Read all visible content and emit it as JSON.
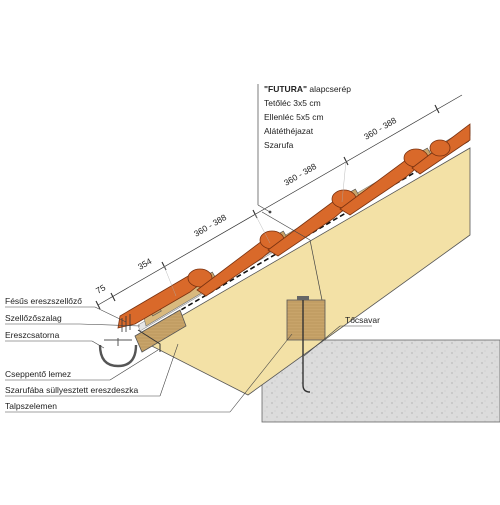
{
  "legend": {
    "title_bold": "\"FUTURA\"",
    "title_rest": " alapcserép",
    "items": [
      "Tetőléc 3x5 cm",
      "Ellenléc 5x5 cm",
      "Alátéthéjazat",
      "Szarufa"
    ]
  },
  "dimensions": [
    "75",
    "354",
    "360 - 388",
    "360 - 388",
    "360 - 388"
  ],
  "labels": {
    "fesus": "Fésűs ereszszellőző",
    "szellozo": "Szellőzőszalag",
    "ereszcsatorna": "Ereszcsatorna",
    "cseppento": "Cseppentő lemez",
    "szarufaba": "Szarufába süllyesztett ereszdeszka",
    "talpszelemen": "Talpszelemen",
    "tocsavar": "Tőcsavar"
  },
  "colors": {
    "tile": "#d9692a",
    "tile_dark": "#a8481b",
    "rafter": "#f3e1a6",
    "wood": "#c8a46a",
    "concrete": "#dcdcdc"
  }
}
